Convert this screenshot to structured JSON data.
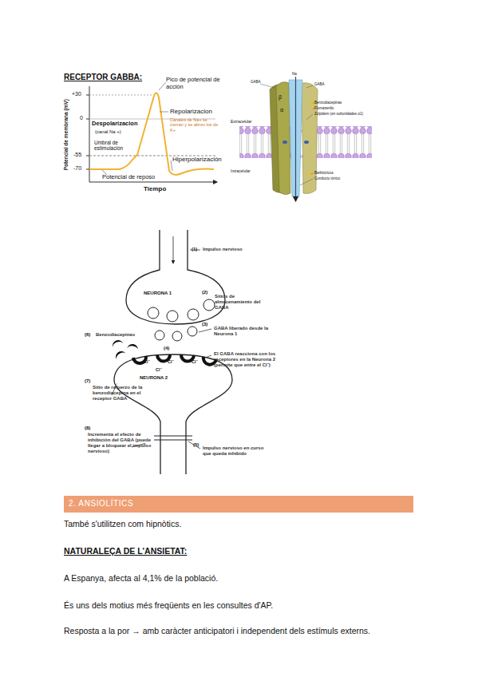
{
  "diagram": {
    "title": "RECEPTOR GABBA:",
    "nodes": [
      {
        "text": [
          "NEURONA 1"
        ]
      },
      {
        "text": [
          "NEURONA 2"
        ]
      },
      {
        "text": [
          "2. ANSIOLÍTICS"
        ]
      }
    ],
    "labels": [
      "Pico de potencial de acción",
      "+30",
      "0",
      "Despolarizacion",
      "(canal Na +)",
      "Repolarizacion",
      "Canales de Na+ se cierran y se abren los de K+",
      "Umbral de estimulación",
      "-55",
      "-70",
      "Hiperpolarización",
      "Potencial de reposo",
      "Tiempo",
      "Potencial de membrana (mV)",
      "Extracelular",
      "Intracelular",
      "GABA",
      "Na",
      "GABA",
      "Benzodiacepinas",
      "Flumazenilo",
      "Zolpidem (en subunidades α1)",
      "Barbitúricos",
      "Conducto iónico",
      "β",
      "α",
      "(1)",
      "Impulso nervioso",
      "(2)",
      "Sitios de almacenamiento del GABA",
      "(3)",
      "GABA liberado desde la Neurona 1",
      "(6)",
      "Benzodiacepinas",
      "(4)",
      "Cl⁻",
      "Cl⁻",
      "Cl⁻",
      "Cl⁻",
      "El GABA reacciona con los receptores en la Neurona 2 (permite que entre el Cl⁻)",
      "(7)",
      "Sitio de refuerzo de la benzodiacepina en el receptor GABA",
      "(8)",
      "Incrementa el efecto de inhibición del GABA (puede llegar a bloquear el impulso nervioso)",
      "(5)",
      "Impulso nervioso en curso que queda inhibido",
      "També s'utilitzen com hipnòtics.",
      "NATURALEÇA DE L'ANSIETAT:",
      "A Espanya, afecta al 4,1% de la població.",
      "És uns dels motius més freqüents en les consultes d'AP.",
      "Resposta a la por → amb caràcter anticipatori i independent dels estímuls externs."
    ]
  }
}
